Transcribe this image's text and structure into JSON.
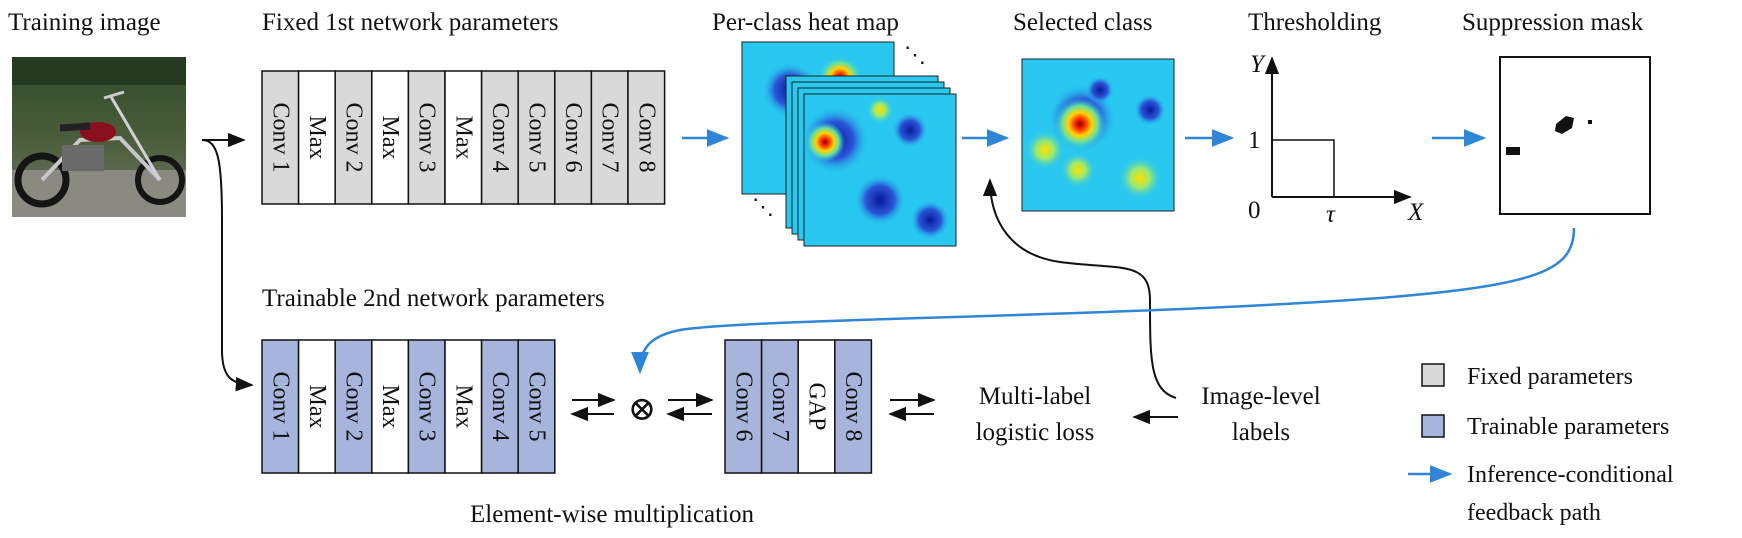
{
  "colors": {
    "fixed": "#d9d9d9",
    "trainable": "#a7b5dc",
    "feedback": "#2f86d6",
    "black": "#111111"
  },
  "titles": {
    "training_image": "Training image",
    "fixed_network": "Fixed 1st network parameters",
    "heatmap": "Per-class heat map",
    "selected_class": "Selected class",
    "thresholding": "Thresholding",
    "suppression_mask": "Suppression mask",
    "trainable_network": "Trainable 2nd network parameters",
    "elementwise": "Element-wise multiplication"
  },
  "fixed_network": {
    "layers": [
      {
        "label": "Conv 1",
        "kind": "fixed"
      },
      {
        "label": "Max",
        "kind": "plain"
      },
      {
        "label": "Conv 2",
        "kind": "fixed"
      },
      {
        "label": "Max",
        "kind": "plain"
      },
      {
        "label": "Conv 3",
        "kind": "fixed"
      },
      {
        "label": "Max",
        "kind": "plain"
      },
      {
        "label": "Conv 4",
        "kind": "fixed"
      },
      {
        "label": "Conv 5",
        "kind": "fixed"
      },
      {
        "label": "Conv 6",
        "kind": "fixed"
      },
      {
        "label": "Conv 7",
        "kind": "fixed"
      },
      {
        "label": "Conv 8",
        "kind": "fixed"
      }
    ]
  },
  "trainable_network_a": {
    "layers": [
      {
        "label": "Conv 1",
        "kind": "trainable"
      },
      {
        "label": "Max",
        "kind": "plain"
      },
      {
        "label": "Conv 2",
        "kind": "trainable"
      },
      {
        "label": "Max",
        "kind": "plain"
      },
      {
        "label": "Conv 3",
        "kind": "trainable"
      },
      {
        "label": "Max",
        "kind": "plain"
      },
      {
        "label": "Conv 4",
        "kind": "trainable"
      },
      {
        "label": "Conv 5",
        "kind": "trainable"
      }
    ]
  },
  "trainable_network_b": {
    "layers": [
      {
        "label": "Conv 6",
        "kind": "trainable"
      },
      {
        "label": "Conv 7",
        "kind": "trainable"
      },
      {
        "label": "GAP",
        "kind": "plain"
      },
      {
        "label": "Conv 8",
        "kind": "trainable"
      }
    ]
  },
  "operator": {
    "symbol": "⊗"
  },
  "loss": {
    "line1": "Multi-label",
    "line2": "logistic loss"
  },
  "labels": {
    "line1": "Image-level",
    "line2": "labels"
  },
  "threshold_plot": {
    "y_label": "Y",
    "x_label": "X",
    "one": "1",
    "zero": "0",
    "tau": "τ"
  },
  "legend": {
    "fixed": "Fixed parameters",
    "trainable": "Trainable parameters",
    "feedback_line1": "Inference-conditional",
    "feedback_line2": "feedback path"
  },
  "icons": {
    "training_image": "motorcycle-photo-icon",
    "heatmap": "heatmap-stack-icon",
    "mask": "binary-mask-icon"
  }
}
